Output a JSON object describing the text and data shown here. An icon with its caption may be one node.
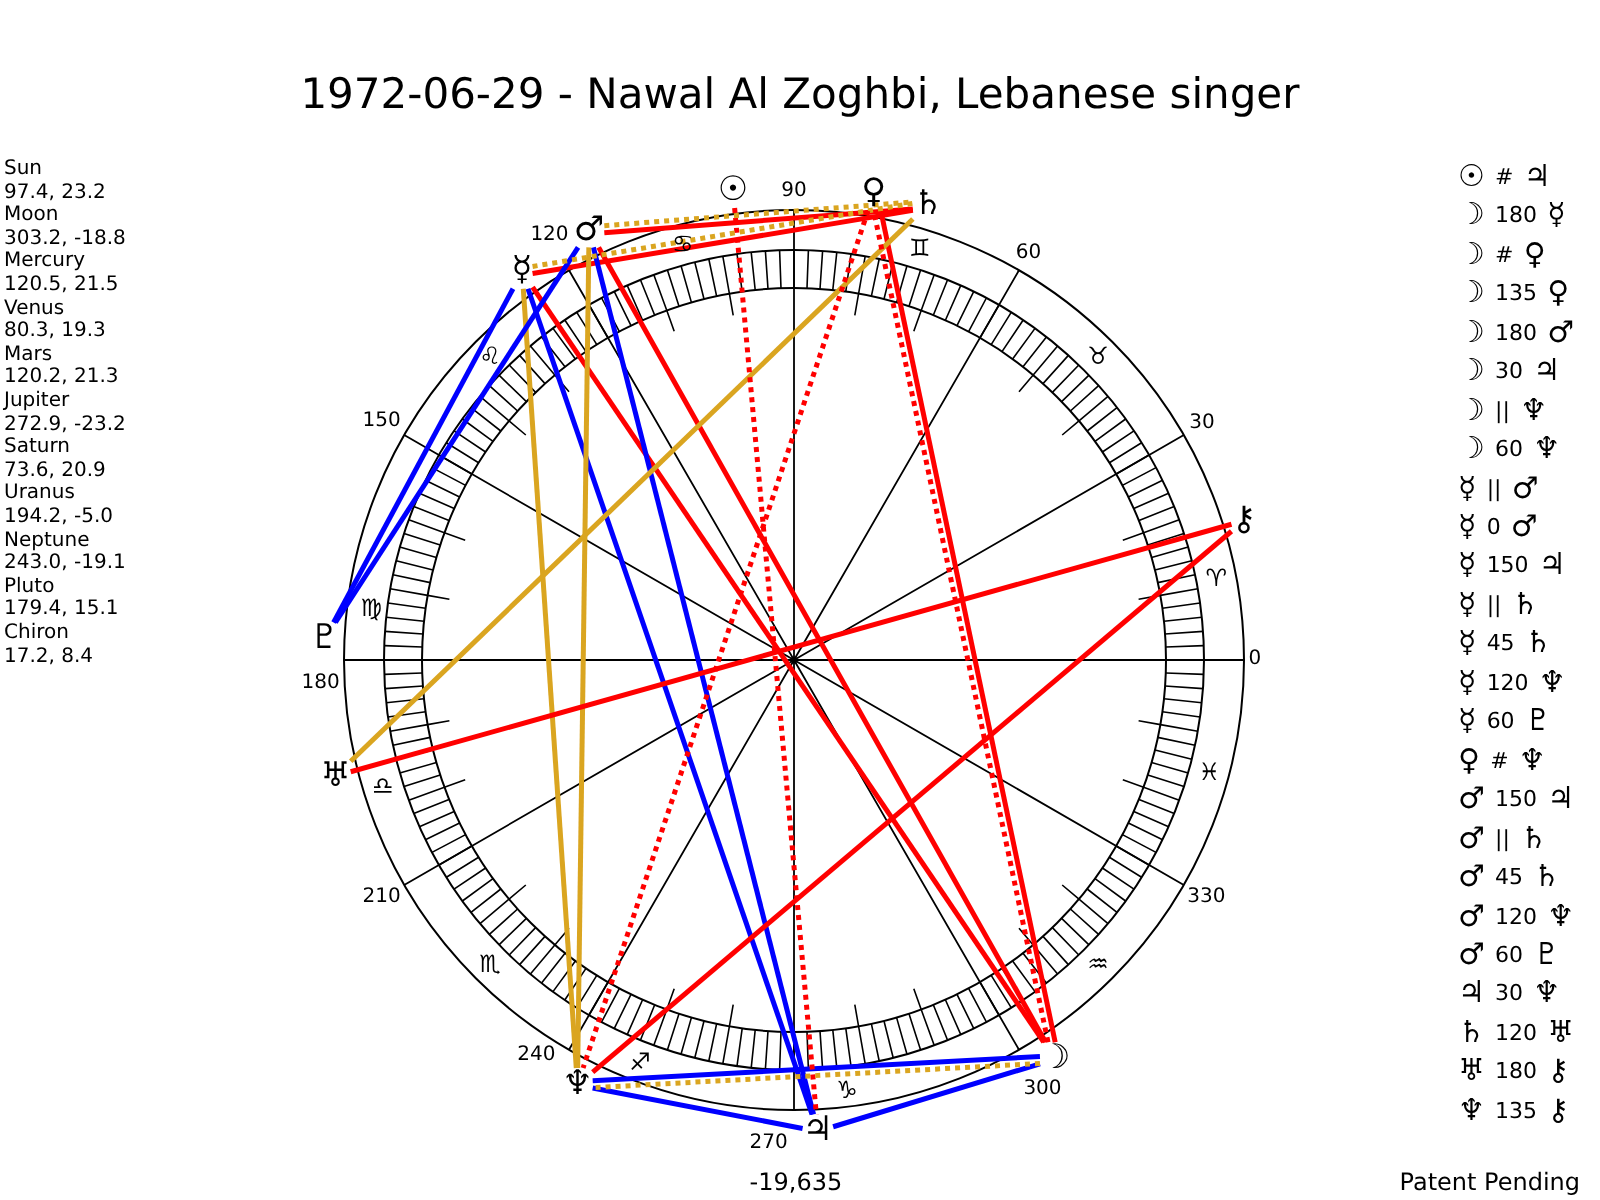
{
  "diagram": {
    "title": "1972-06-29 - Nawal Al Zoghbi, Lebanese singer",
    "nodes": [
      {
        "text": [
          "☉"
        ]
      },
      {
        "text": [
          "☽"
        ]
      },
      {
        "text": [
          "☿"
        ]
      },
      {
        "text": [
          "♀"
        ]
      },
      {
        "text": [
          "♂"
        ]
      },
      {
        "text": [
          "♃"
        ]
      },
      {
        "text": [
          "♄"
        ]
      },
      {
        "text": [
          "♅"
        ]
      },
      {
        "text": [
          "♆"
        ]
      },
      {
        "text": [
          "♇"
        ]
      },
      {
        "text": [
          "⚷"
        ]
      }
    ],
    "edges": [
      {
        "from": 0,
        "to": 5,
        "arrow": "none",
        "style": "dashed"
      },
      {
        "from": 1,
        "to": 2,
        "arrow": "none"
      },
      {
        "from": 1,
        "to": 3,
        "arrow": "none",
        "style": "dashed"
      },
      {
        "from": 1,
        "to": 3,
        "arrow": "none"
      },
      {
        "from": 1,
        "to": 4,
        "arrow": "none"
      },
      {
        "from": 1,
        "to": 5,
        "arrow": "none",
        "color": "#0000ff"
      },
      {
        "from": 1,
        "to": 8,
        "arrow": "none",
        "style": "dashed",
        "color": "#daa520"
      },
      {
        "from": 1,
        "to": 8,
        "arrow": "none",
        "color": "#0000ff"
      },
      {
        "from": 2,
        "to": 5,
        "arrow": "none",
        "color": "#0000ff"
      },
      {
        "from": 2,
        "to": 6,
        "arrow": "none",
        "style": "dashed",
        "color": "#daa520"
      },
      {
        "from": 2,
        "to": 6,
        "arrow": "none"
      },
      {
        "from": 2,
        "to": 8,
        "arrow": "none",
        "color": "#daa520"
      },
      {
        "from": 2,
        "to": 9,
        "arrow": "none",
        "color": "#0000ff"
      },
      {
        "from": 3,
        "to": 8,
        "arrow": "none",
        "style": "dashed"
      },
      {
        "from": 4,
        "to": 5,
        "arrow": "none",
        "color": "#0000ff"
      },
      {
        "from": 4,
        "to": 6,
        "arrow": "none",
        "style": "dashed",
        "color": "#daa520"
      },
      {
        "from": 4,
        "to": 6,
        "arrow": "none"
      },
      {
        "from": 4,
        "to": 8,
        "arrow": "none",
        "color": "#daa520"
      },
      {
        "from": 4,
        "to": 9,
        "arrow": "none",
        "color": "#0000ff"
      },
      {
        "from": 5,
        "to": 8,
        "arrow": "none",
        "color": "#0000ff"
      },
      {
        "from": 6,
        "to": 7,
        "arrow": "none",
        "color": "#daa520"
      },
      {
        "from": 7,
        "to": 10,
        "arrow": "none"
      },
      {
        "from": 8,
        "to": 10,
        "arrow": "none"
      }
    ],
    "labels": [
      "Sun",
      "97.4, 23.2",
      "Moon",
      "303.2, -18.8",
      "Mercury",
      "120.5, 21.5",
      "Venus",
      "80.3, 19.3",
      "Mars",
      "120.2, 21.3",
      "Jupiter",
      "272.9, -23.2",
      "Saturn",
      "73.6, 20.9",
      "Uranus",
      "194.2, -5.0",
      "Neptune",
      "243.0, -19.1",
      "Pluto",
      "179.4, 15.1",
      "Chiron",
      "17.2, 8.4",
      "0",
      "30",
      "60",
      "90",
      "120",
      "150",
      "180",
      "210",
      "240",
      "270",
      "300",
      "330",
      "♈",
      "♉",
      "♊",
      "♋",
      "♌",
      "♍",
      "♎",
      "♏",
      "♐",
      "♑",
      "♒",
      "♓",
      "☉ # ♃",
      "☽ 180 ☿",
      "☽ # ♀",
      "☽ 135 ♀",
      "☽ 180 ♂",
      "☽ 30 ♃",
      "☽ || ♆",
      "☽ 60 ♆",
      "☿ || ♂",
      "☿ 0 ♂",
      "☿ 150 ♃",
      "☿ || ♄",
      "☿ 45 ♄",
      "☿ 120 ♆",
      "☿ 60 ♇",
      "♀ # ♆",
      "♂ 150 ♃",
      "♂ || ♄",
      "♂ 45 ♄",
      "♂ 120 ♆",
      "♂ 60 ♇",
      "♃ 30 ♆",
      "♄ 120 ♅",
      "♅ 180 ⚷",
      "♆ 135 ⚷",
      "-19,635",
      "Patent Pending"
    ]
  }
}
